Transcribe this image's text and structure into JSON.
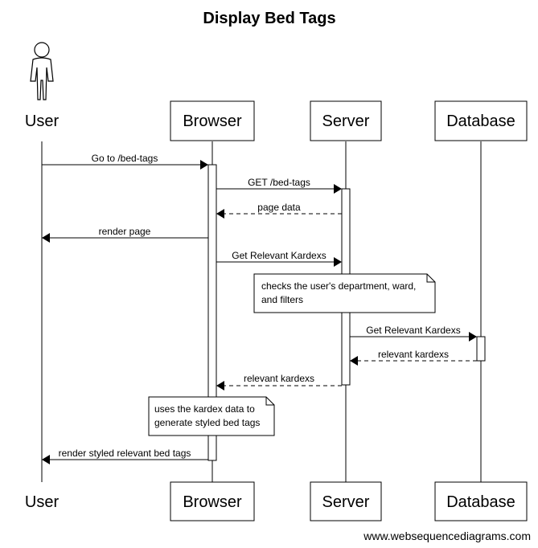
{
  "title": "Display Bed Tags",
  "participants": [
    {
      "id": "user",
      "label": "User",
      "kind": "actor"
    },
    {
      "id": "browser",
      "label": "Browser",
      "kind": "participant"
    },
    {
      "id": "server",
      "label": "Server",
      "kind": "participant"
    },
    {
      "id": "database",
      "label": "Database",
      "kind": "participant"
    }
  ],
  "messages": [
    {
      "from": "user",
      "to": "browser",
      "label": "Go to /bed-tags",
      "style": "solid"
    },
    {
      "from": "browser",
      "to": "server",
      "label": "GET /bed-tags",
      "style": "solid"
    },
    {
      "from": "server",
      "to": "browser",
      "label": "page data",
      "style": "dashed"
    },
    {
      "from": "browser",
      "to": "user",
      "label": "render page",
      "style": "solid"
    },
    {
      "from": "browser",
      "to": "server",
      "label": "Get Relevant Kardexs",
      "style": "solid"
    },
    {
      "from": "server",
      "to": "database",
      "label": "Get Relevant Kardexs",
      "style": "solid"
    },
    {
      "from": "database",
      "to": "server",
      "label": "relevant kardexs",
      "style": "dashed"
    },
    {
      "from": "server",
      "to": "browser",
      "label": "relevant kardexs",
      "style": "dashed"
    },
    {
      "from": "browser",
      "to": "user",
      "label": "render styled relevant bed tags",
      "style": "solid"
    }
  ],
  "notes": [
    {
      "over": "server",
      "lines": [
        "checks the user's department, ward,",
        "and filters"
      ]
    },
    {
      "over": "browser",
      "lines": [
        "uses the kardex data to",
        "generate styled bed tags"
      ]
    }
  ],
  "watermark": "www.websequencediagrams.com"
}
